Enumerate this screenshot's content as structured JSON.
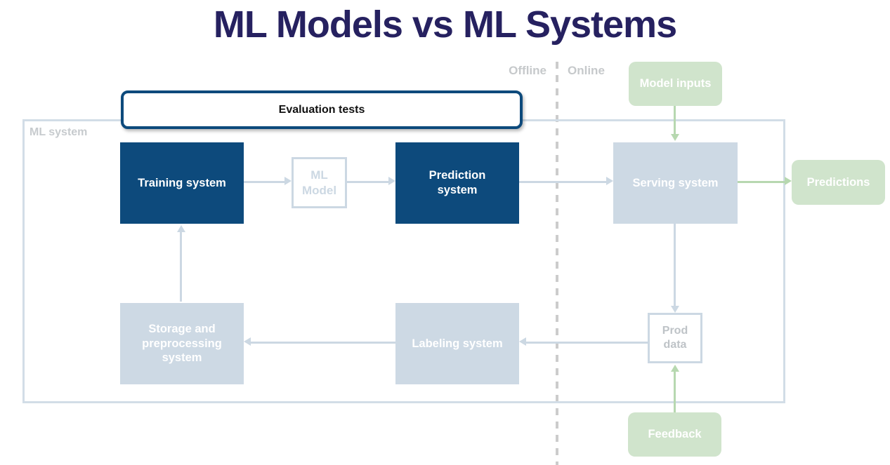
{
  "title": "ML Models vs ML Systems",
  "zones": {
    "offline": "Offline",
    "online": "Online"
  },
  "frame": {
    "label": "ML system"
  },
  "nodes": {
    "evaluation_tests": {
      "label": "Evaluation tests"
    },
    "training_system": {
      "label": "Training system"
    },
    "ml_model": {
      "label": "ML Model"
    },
    "prediction_system": {
      "label": "Prediction system"
    },
    "serving_system": {
      "label": "Serving system"
    },
    "model_inputs": {
      "label": "Model inputs"
    },
    "predictions": {
      "label": "Predictions"
    },
    "storage_preprocessing": {
      "label": "Storage and preprocessing system"
    },
    "labeling_system": {
      "label": "Labeling system"
    },
    "prod_data": {
      "label": "Prod data"
    },
    "feedback": {
      "label": "Feedback"
    }
  },
  "edges": [
    {
      "from": "training_system",
      "to": "ml_model"
    },
    {
      "from": "ml_model",
      "to": "prediction_system"
    },
    {
      "from": "prediction_system",
      "to": "serving_system"
    },
    {
      "from": "serving_system",
      "to": "predictions"
    },
    {
      "from": "model_inputs",
      "to": "serving_system"
    },
    {
      "from": "serving_system",
      "to": "prod_data"
    },
    {
      "from": "feedback",
      "to": "prod_data"
    },
    {
      "from": "prod_data",
      "to": "labeling_system"
    },
    {
      "from": "labeling_system",
      "to": "storage_preprocessing"
    },
    {
      "from": "storage_preprocessing",
      "to": "training_system"
    }
  ],
  "colors": {
    "title_text": "#262160",
    "dark_blue_box": "#0d4a7c",
    "light_blue_box": "#cdd9e4",
    "light_blue_arrow": "#ccd8e3",
    "green_box": "#d0e4cc",
    "green_arrow": "#b7d8b0",
    "gray_label": "#c6c9cb",
    "frame_border": "#d2dde7",
    "dashed_divider": "#cccccc"
  }
}
